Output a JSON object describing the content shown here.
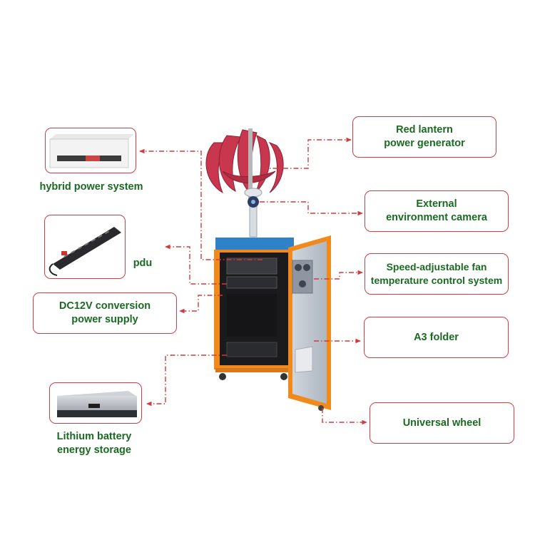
{
  "labels": {
    "red_lantern": "Red lantern\npower generator",
    "camera": "External\nenvironment camera",
    "fan": "Speed-adjustable fan\ntemperature control system",
    "a3_folder": "A3 folder",
    "wheel": "Universal wheel",
    "hybrid": "hybrid power system",
    "pdu": "pdu",
    "dc12v": "DC12V conversion\npower supply",
    "lithium": "Lithium battery\nenergy storage"
  },
  "colors": {
    "label_text": "#1a6a22",
    "frame": "#c9404a",
    "connector": "#d23b3b",
    "cabinet": "#f08a1c",
    "cabinet_top": "#2f82c8",
    "turbine": "#c8374e"
  },
  "icons": [
    "wind-turbine-icon",
    "camera-icon",
    "fan-icon",
    "wheel-icon",
    "arrow-icon"
  ]
}
